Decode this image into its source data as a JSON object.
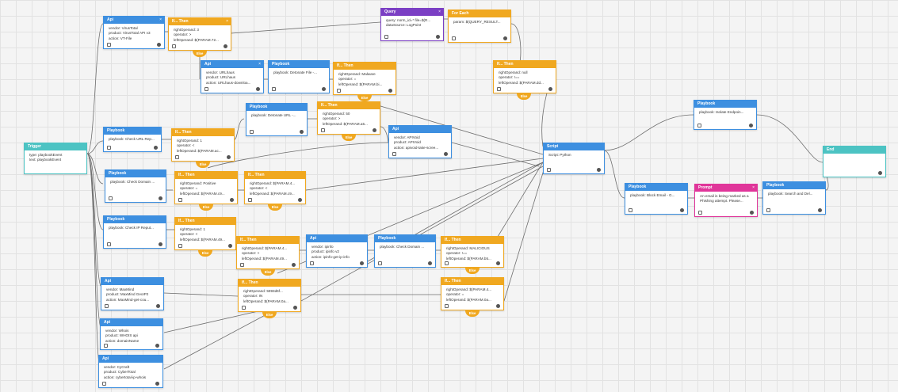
{
  "nodes": [
    {
      "id": "n_trigger",
      "type": "trig",
      "title": "Trigger",
      "lines": [
        "type: playbookEvent",
        "text: playbookEvent"
      ]
    },
    {
      "id": "n_api_vt",
      "type": "api",
      "title": "Api",
      "lines": [
        "vendor: VirusTotal",
        "product: VirusTotal API v3",
        "action: VT-File"
      ]
    },
    {
      "id": "n_if_vt",
      "type": "then",
      "title": "If... Then",
      "lines": [
        "rightOperand: 3",
        "operator: >",
        "leftOperand: $(PARAM.72..."
      ]
    },
    {
      "id": "n_query",
      "type": "query",
      "title": "Query",
      "lines": [
        "query: norm_id=* file=$(R...",
        "dataSource: LogPoint"
      ]
    },
    {
      "id": "n_foreach",
      "type": "each",
      "title": "For Each",
      "lines": [
        "param: $(QUERY_RESULT..."
      ]
    },
    {
      "id": "n_api_urlhaus",
      "type": "api",
      "title": "Api",
      "lines": [
        "vendor: URLhaus",
        "product: URLhaus",
        "action: URLhaus-downloa..."
      ]
    },
    {
      "id": "n_pb_detfile",
      "type": "pb",
      "title": "Playbook",
      "lines": [
        "playbook: Detonate File -..."
      ]
    },
    {
      "id": "n_if_malware",
      "type": "then",
      "title": "If... Then",
      "lines": [
        "rightOperand: Malware",
        "operator: =",
        "leftOperand: $(PARAM.bi..."
      ]
    },
    {
      "id": "n_if_null",
      "type": "then",
      "title": "If... Then",
      "lines": [
        "rightOperand: null",
        "operator: !==",
        "leftOperand: $(PARAM.dd..."
      ]
    },
    {
      "id": "n_pb_deturl",
      "type": "pb",
      "title": "Playbook",
      "lines": [
        "playbook: Detonate URL -..."
      ]
    },
    {
      "id": "n_if_50",
      "type": "then",
      "title": "If... Then",
      "lines": [
        "rightOperand: 50",
        "operator: >",
        "leftOperand: $(PARAM.a5..."
      ]
    },
    {
      "id": "n_pb_checkurl",
      "type": "pb",
      "title": "Playbook",
      "lines": [
        "playbook: Check URL Rep..."
      ]
    },
    {
      "id": "n_if_1a",
      "type": "then",
      "title": "If... Then",
      "lines": [
        "rightOperand: 1",
        "operator: <",
        "leftOperand: $(PARAM.ac..."
      ]
    },
    {
      "id": "n_api_apivoid",
      "type": "api",
      "title": "Api",
      "lines": [
        "vendor: APIVoid",
        "product: APIVoid",
        "action: apivoid-take-scree..."
      ]
    },
    {
      "id": "n_script",
      "type": "script",
      "title": "Script",
      "lines": [
        "Script: Python"
      ]
    },
    {
      "id": "n_pb_isolate",
      "type": "pb",
      "title": "Playbook",
      "lines": [
        "playbook: Isolate Endpoin..."
      ]
    },
    {
      "id": "n_end",
      "type": "end",
      "title": "End",
      "lines": []
    },
    {
      "id": "n_pb_checkdom1",
      "type": "pb",
      "title": "Playbook",
      "lines": [
        "playbook: Check Domain ..."
      ]
    },
    {
      "id": "n_if_positive",
      "type": "then",
      "title": "If... Then",
      "lines": [
        "rightOperand: Positive",
        "operator: =",
        "leftOperand: $(PARAM.c9..."
      ]
    },
    {
      "id": "n_if_param4",
      "type": "then",
      "title": "If... Then",
      "lines": [
        "rightOperand: $(PARAM.4...",
        "operator: <",
        "leftOperand: $(PARAM.c9..."
      ]
    },
    {
      "id": "n_pb_blockemail",
      "type": "pb",
      "title": "Playbook",
      "lines": [
        "playbook: Block Email - G..."
      ]
    },
    {
      "id": "n_prompt",
      "type": "prompt",
      "title": "Prompt",
      "lines": [
        "An email is being marked as a",
        "Phishing attempt. Please..."
      ]
    },
    {
      "id": "n_pb_search",
      "type": "pb",
      "title": "Playbook",
      "lines": [
        "playbook: Search and Del..."
      ]
    },
    {
      "id": "n_pb_checkip",
      "type": "pb",
      "title": "Playbook",
      "lines": [
        "playbook: Check IP Reput..."
      ]
    },
    {
      "id": "n_if_1b",
      "type": "then",
      "title": "If... Then",
      "lines": [
        "rightOperand: 1",
        "operator: <",
        "leftOperand: $(PARAM.49..."
      ]
    },
    {
      "id": "n_if_param4b",
      "type": "then",
      "title": "If... Then",
      "lines": [
        "rightOperand: $(PARAM.4...",
        "operator: >",
        "leftOperand: $(PARAM.49..."
      ]
    },
    {
      "id": "n_api_ipinfo",
      "type": "api",
      "title": "Api",
      "lines": [
        "vendor: ipinfo",
        "product: ipinfo v2",
        "action: ipinfo-get-ip-info"
      ]
    },
    {
      "id": "n_pb_checkdom2",
      "type": "pb",
      "title": "Playbook",
      "lines": [
        "playbook: Check Domain ..."
      ]
    },
    {
      "id": "n_if_malicious",
      "type": "then",
      "title": "If... Then",
      "lines": [
        "rightOperand: MALICIOUS",
        "operator: !==",
        "leftOperand: $(PARAM.b5..."
      ]
    },
    {
      "id": "n_api_maxmind",
      "type": "api",
      "title": "Api",
      "lines": [
        "vendor: MaxMind",
        "product: MaxMind GeoIP2",
        "action: MaxMind-get-cou..."
      ]
    },
    {
      "id": "n_if_in",
      "type": "then",
      "title": "If... Then",
      "lines": [
        "rightOperand: 5993d6f...",
        "operator: IN",
        "leftOperand: $(PARAM.0a..."
      ]
    },
    {
      "id": "n_if_param4c",
      "type": "then",
      "title": "If... Then",
      "lines": [
        "rightOperand: $(PARAM.4...",
        "operator: =",
        "leftOperand: $(PARAM.0a..."
      ]
    },
    {
      "id": "n_api_whois",
      "type": "api",
      "title": "Api",
      "lines": [
        "vendor: Whois",
        "product: WHOIS api",
        "action: domainName"
      ]
    },
    {
      "id": "n_api_cycraft",
      "type": "api",
      "title": "Api",
      "lines": [
        "vendor: CyCraft",
        "product: CyberTotal",
        "action: cybertotal-ip-whois"
      ]
    }
  ],
  "else_label": "Else",
  "close_glyph": "×",
  "colors": {
    "api": "#3d8fe0",
    "then": "#f0a820",
    "query": "#7b3fc4",
    "prompt": "#e0359a",
    "end": "#4cc3c3"
  }
}
